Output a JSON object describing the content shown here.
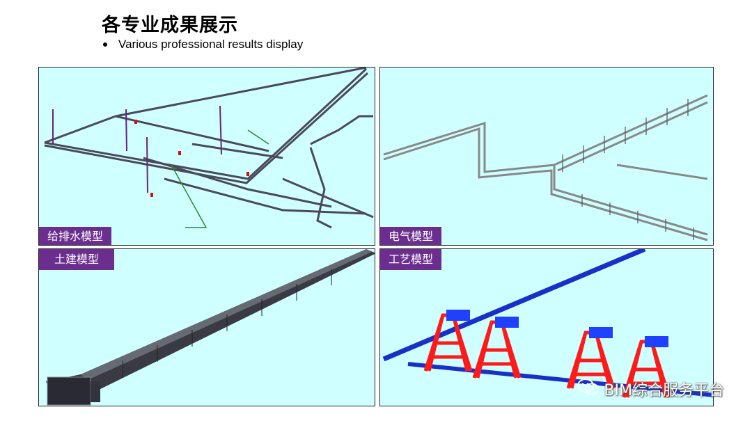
{
  "slide": {
    "title": "各专业成果展示",
    "subtitle": "Various professional results display"
  },
  "panels": [
    {
      "id": "plumbing",
      "label": "给排水模型"
    },
    {
      "id": "electrical",
      "label": "电气模型"
    },
    {
      "id": "civil",
      "label": "土建模型"
    },
    {
      "id": "process",
      "label": "工艺模型"
    }
  ],
  "watermark": {
    "text": "BIM综合服务平台",
    "icon": "wechat-icon"
  },
  "colors": {
    "panel_bg": "#cfffff",
    "tag_bg": "#6b2e8f",
    "crane_red": "#ff1a1a",
    "crane_blue": "#2040ff",
    "conveyor_blue": "#1a2fc8"
  }
}
